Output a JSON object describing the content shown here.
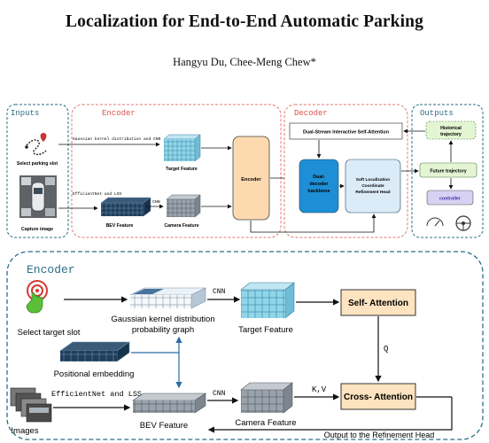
{
  "paper": {
    "title": "Localization for End-to-End Automatic Parking",
    "authors": "Hangyu Du, Chee-Meng Chew*"
  },
  "figure1": {
    "sections": {
      "inputs": "Inputs",
      "encoder": "Encoder",
      "decoder": "Decoder",
      "outputs": "Outputs"
    },
    "inputs": {
      "select_slot": "Select parking slot",
      "capture": "Capture image"
    },
    "encoder": {
      "gauss_label": "Gaussian kernel distribution and CNN",
      "efficient_label": "EfficientNet and LSS",
      "target_feature": "Target Feature",
      "bev_feature": "BEV Feature",
      "cnn": "CNN",
      "camera_feature": "Camera Feature",
      "encoder_box": "Encoder"
    },
    "decoder": {
      "dual_stream": "Dual-Stream Interactive Self-Attention",
      "dual_decoder": [
        "Dual-",
        "decoder",
        "backbone"
      ],
      "soft_loc": [
        "Soft Localization",
        "Coordinate",
        "Refinement Head"
      ]
    },
    "outputs": {
      "historical": [
        "Historical",
        "trajectory"
      ],
      "future": "Future trajectory",
      "controller": "controller"
    }
  },
  "figure2": {
    "title": "Encoder",
    "select_target": "Select target slot",
    "gauss_graph": [
      "Gaussian kernel distribution",
      "probability graph"
    ],
    "cnn_top": "CNN",
    "target_feature": "Target Feature",
    "self_attention": "Self- Attention",
    "q": "Q",
    "positional": "Positional embedding",
    "efficient": "EfficientNet and LSS",
    "images": "Images",
    "bev_feature": "BEV Feature",
    "cnn_bottom": "CNN",
    "camera_feature": "Camera Feature",
    "kv": "K,V",
    "cross_attention": "Cross- Attention",
    "output_refinement": "Output to the Refinement Head"
  }
}
